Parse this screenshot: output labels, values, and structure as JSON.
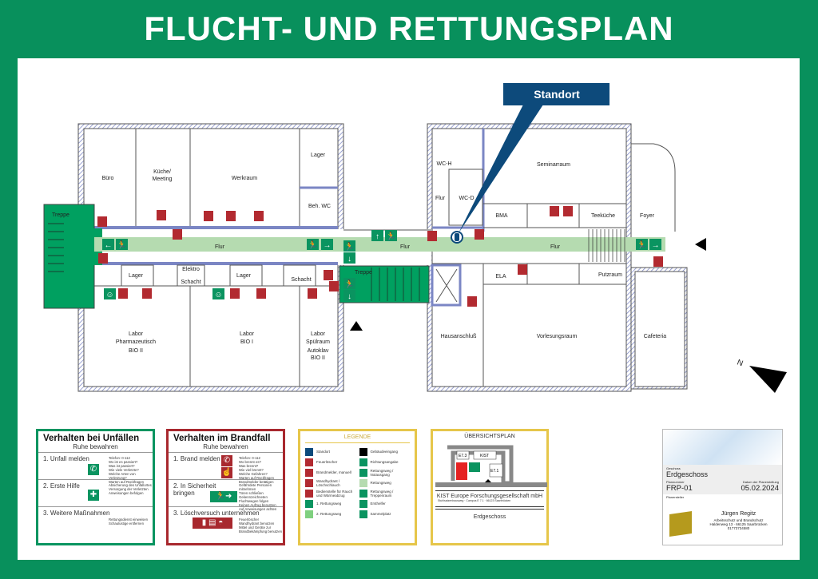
{
  "title": "FLUCHT- UND RETTUNGSPLAN",
  "colors": {
    "frame": "#08905c",
    "corridor": "#b5dbb0",
    "stair": "#00a060",
    "fire": "#b22a30",
    "standort": "#0d4a7b",
    "legend_border": "#e6c64a"
  },
  "standort_label": "Standort",
  "rooms": {
    "buero": "Büro",
    "kueche1": "Küche/",
    "kueche2": "Meeting",
    "werkraum": "Werkraum",
    "lager_top": "Lager",
    "beh_wc": "Beh. WC",
    "treppe_left": "Treppe",
    "flur_left": "Flur",
    "lager1": "Lager",
    "elektro": "Elektro",
    "schacht1": "Schacht",
    "lager2": "Lager",
    "schacht2": "Schacht",
    "labor1_a": "Labor",
    "labor1_b": "Pharmazeutisch",
    "labor1_c": "BIO II",
    "labor2_a": "Labor",
    "labor2_b": "BIO I",
    "labor3_a": "Labor",
    "labor3_b": "Spülraum",
    "labor3_c": "Autoklav",
    "labor3_d": "BIO II",
    "treppe_mid": "Treppe",
    "flur_mid": "Flur",
    "wc_h": "WC-H",
    "wc_d": "WC-D",
    "flur_wc": "Flur",
    "seminarraum": "Seminarraum",
    "bma": "BMA",
    "teekueche": "Teeküche",
    "foyer": "Foyer",
    "flur_right": "Flur",
    "ela": "ELA",
    "putzraum": "Putzraum",
    "hausanschluss": "Hausanschluß",
    "vorlesungsraum": "Vorlesungsraum",
    "cafeteria": "Cafeteria"
  },
  "compass": "N",
  "unfall": {
    "title": "Verhalten bei Unfällen",
    "sub": "Ruhe bewahren",
    "s1": "1. Unfall melden",
    "s1_text": "Telefon: 0-112\nWo ist es passiert?\nWas ist passiert?\nWie viele Verletzte?\nWelche Arten von Verletzung?\nWarten auf Rückfragen",
    "s2": "2. Erste Hilfe",
    "s2_text": "Absicherung des Unfallortes\nVersorgung der Verletzten\nAnweisungen befolgen",
    "s3": "3. Weitere Maßnahmen",
    "s3_text": "Rettungsdienst einweisen\nSchaulustige entfernen"
  },
  "brand": {
    "title": "Verhalten im Brandfall",
    "sub": "Ruhe bewahren",
    "s1": "1. Brand melden",
    "s1_text": "Telefon: 0-112\nWo brennt es?\nWas brennt?\nWie viel brennt?\nWelche Gefahren?\nWarten auf Rückfragen\nBrandmelder betätigen",
    "s2a": "2. In Sicherheit",
    "s2b": "bringen",
    "s2_text": "Gefährdete Personen mitnehmen\nTüren schließen\nGekennzeichneten Fluchtwegen folgen\nKeinen Aufzug benutzen\nAuf Anweisungen achten",
    "s3": "3. Löschversuch unternehmen",
    "s3_text": "Feuerlöscher\nWandhydrant benutzen\nMittel und Geräte zur Brandbekämpfung benutzen"
  },
  "legende": {
    "title": "LEGENDE",
    "left": [
      "Standort",
      "Feuerlöscher",
      "Brandmelder, manuell",
      "Wandhydrant / Löschschlauch",
      "Bedienstelle für Rauch und Wärmeabzug",
      "1. Rettungsweg",
      "2. Rettungsweg"
    ],
    "right": [
      "Gebäudeeingang",
      "Richtungsangabe",
      "Rettungsweg / Notausgang",
      "Rettungsweg",
      "Rettungsweg / Treppenraum",
      "Ersthelfer",
      "Sammelplatz"
    ]
  },
  "uebersicht": {
    "title": "ÜBERSICHTSPLAN",
    "labels": [
      "E7.3",
      "KIST",
      "E7.1"
    ],
    "company": "KIST Europe Forschungsgesellschaft mbH",
    "address": "Stuhlsatzenhausweg · Campus E 7.1 · 66123 Saarbrücken",
    "floor": "Erdgeschoss"
  },
  "info": {
    "geschoss_label": "Geschoss",
    "geschoss": "Erdgeschoss",
    "plannummer_label": "Plannummer",
    "plannummer": "FRP-01",
    "datum_label": "Datum der Planerstellung",
    "datum": "05.02.2024",
    "ersteller_label": "Planersteller",
    "name": "Jürgen Regitz",
    "line1": "Arbeitsschutz und Brandschutz",
    "line2": "Haldenweg 13 · 66125 Saarbrücken",
    "phone": "01773734580"
  }
}
